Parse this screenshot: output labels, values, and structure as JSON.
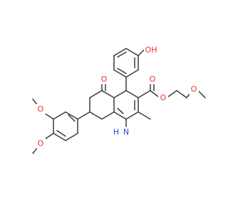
{
  "molecule": {
    "atoms": [
      {
        "id": "O1",
        "label": "OH",
        "color": "#e8302a"
      },
      {
        "id": "O2",
        "label": "O",
        "color": "#e8302a"
      },
      {
        "id": "O3",
        "label": "O",
        "color": "#e8302a"
      },
      {
        "id": "O4",
        "label": "O",
        "color": "#e8302a"
      },
      {
        "id": "O5",
        "label": "O",
        "color": "#e8302a"
      },
      {
        "id": "O6",
        "label": "O",
        "color": "#e8302a"
      },
      {
        "id": "O7",
        "label": "O",
        "color": "#e8302a"
      },
      {
        "id": "N1",
        "label": "N",
        "color": "#2a43d8"
      },
      {
        "id": "H1",
        "label": "H",
        "color": "#2a43d8"
      }
    ],
    "bond_color": "#3a3a3a"
  }
}
